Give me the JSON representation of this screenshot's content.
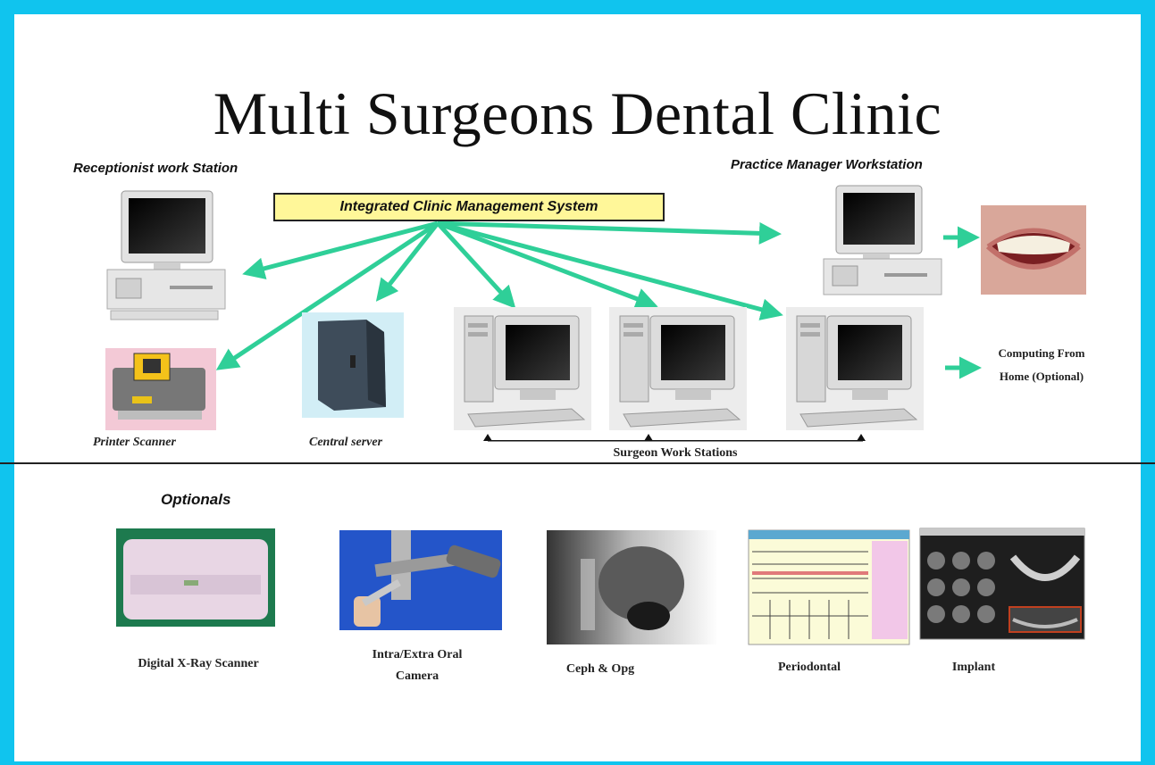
{
  "title": "Multi Surgeons Dental Clinic",
  "system_label": "Integrated Clinic Management System",
  "nodes": {
    "receptionist": "Receptionist work Station",
    "practice_manager": "Practice Manager Workstation",
    "printer_scanner": "Printer Scanner",
    "central_server": "Central server",
    "surgeon_stations": "Surgeon Work Stations",
    "home_line1": "Computing From",
    "home_line2": "Home (Optional)"
  },
  "optionals": {
    "heading": "Optionals",
    "items": [
      {
        "label": "Digital X-Ray Scanner"
      },
      {
        "label_line1": "Intra/Extra Oral",
        "label_line2": "Camera"
      },
      {
        "label": "Ceph & Opg"
      },
      {
        "label": "Periodontal"
      },
      {
        "label": "Implant"
      }
    ]
  },
  "colors": {
    "frame": "#10c4ee",
    "arrow": "#2fcf98",
    "system_box": "#fff799"
  }
}
